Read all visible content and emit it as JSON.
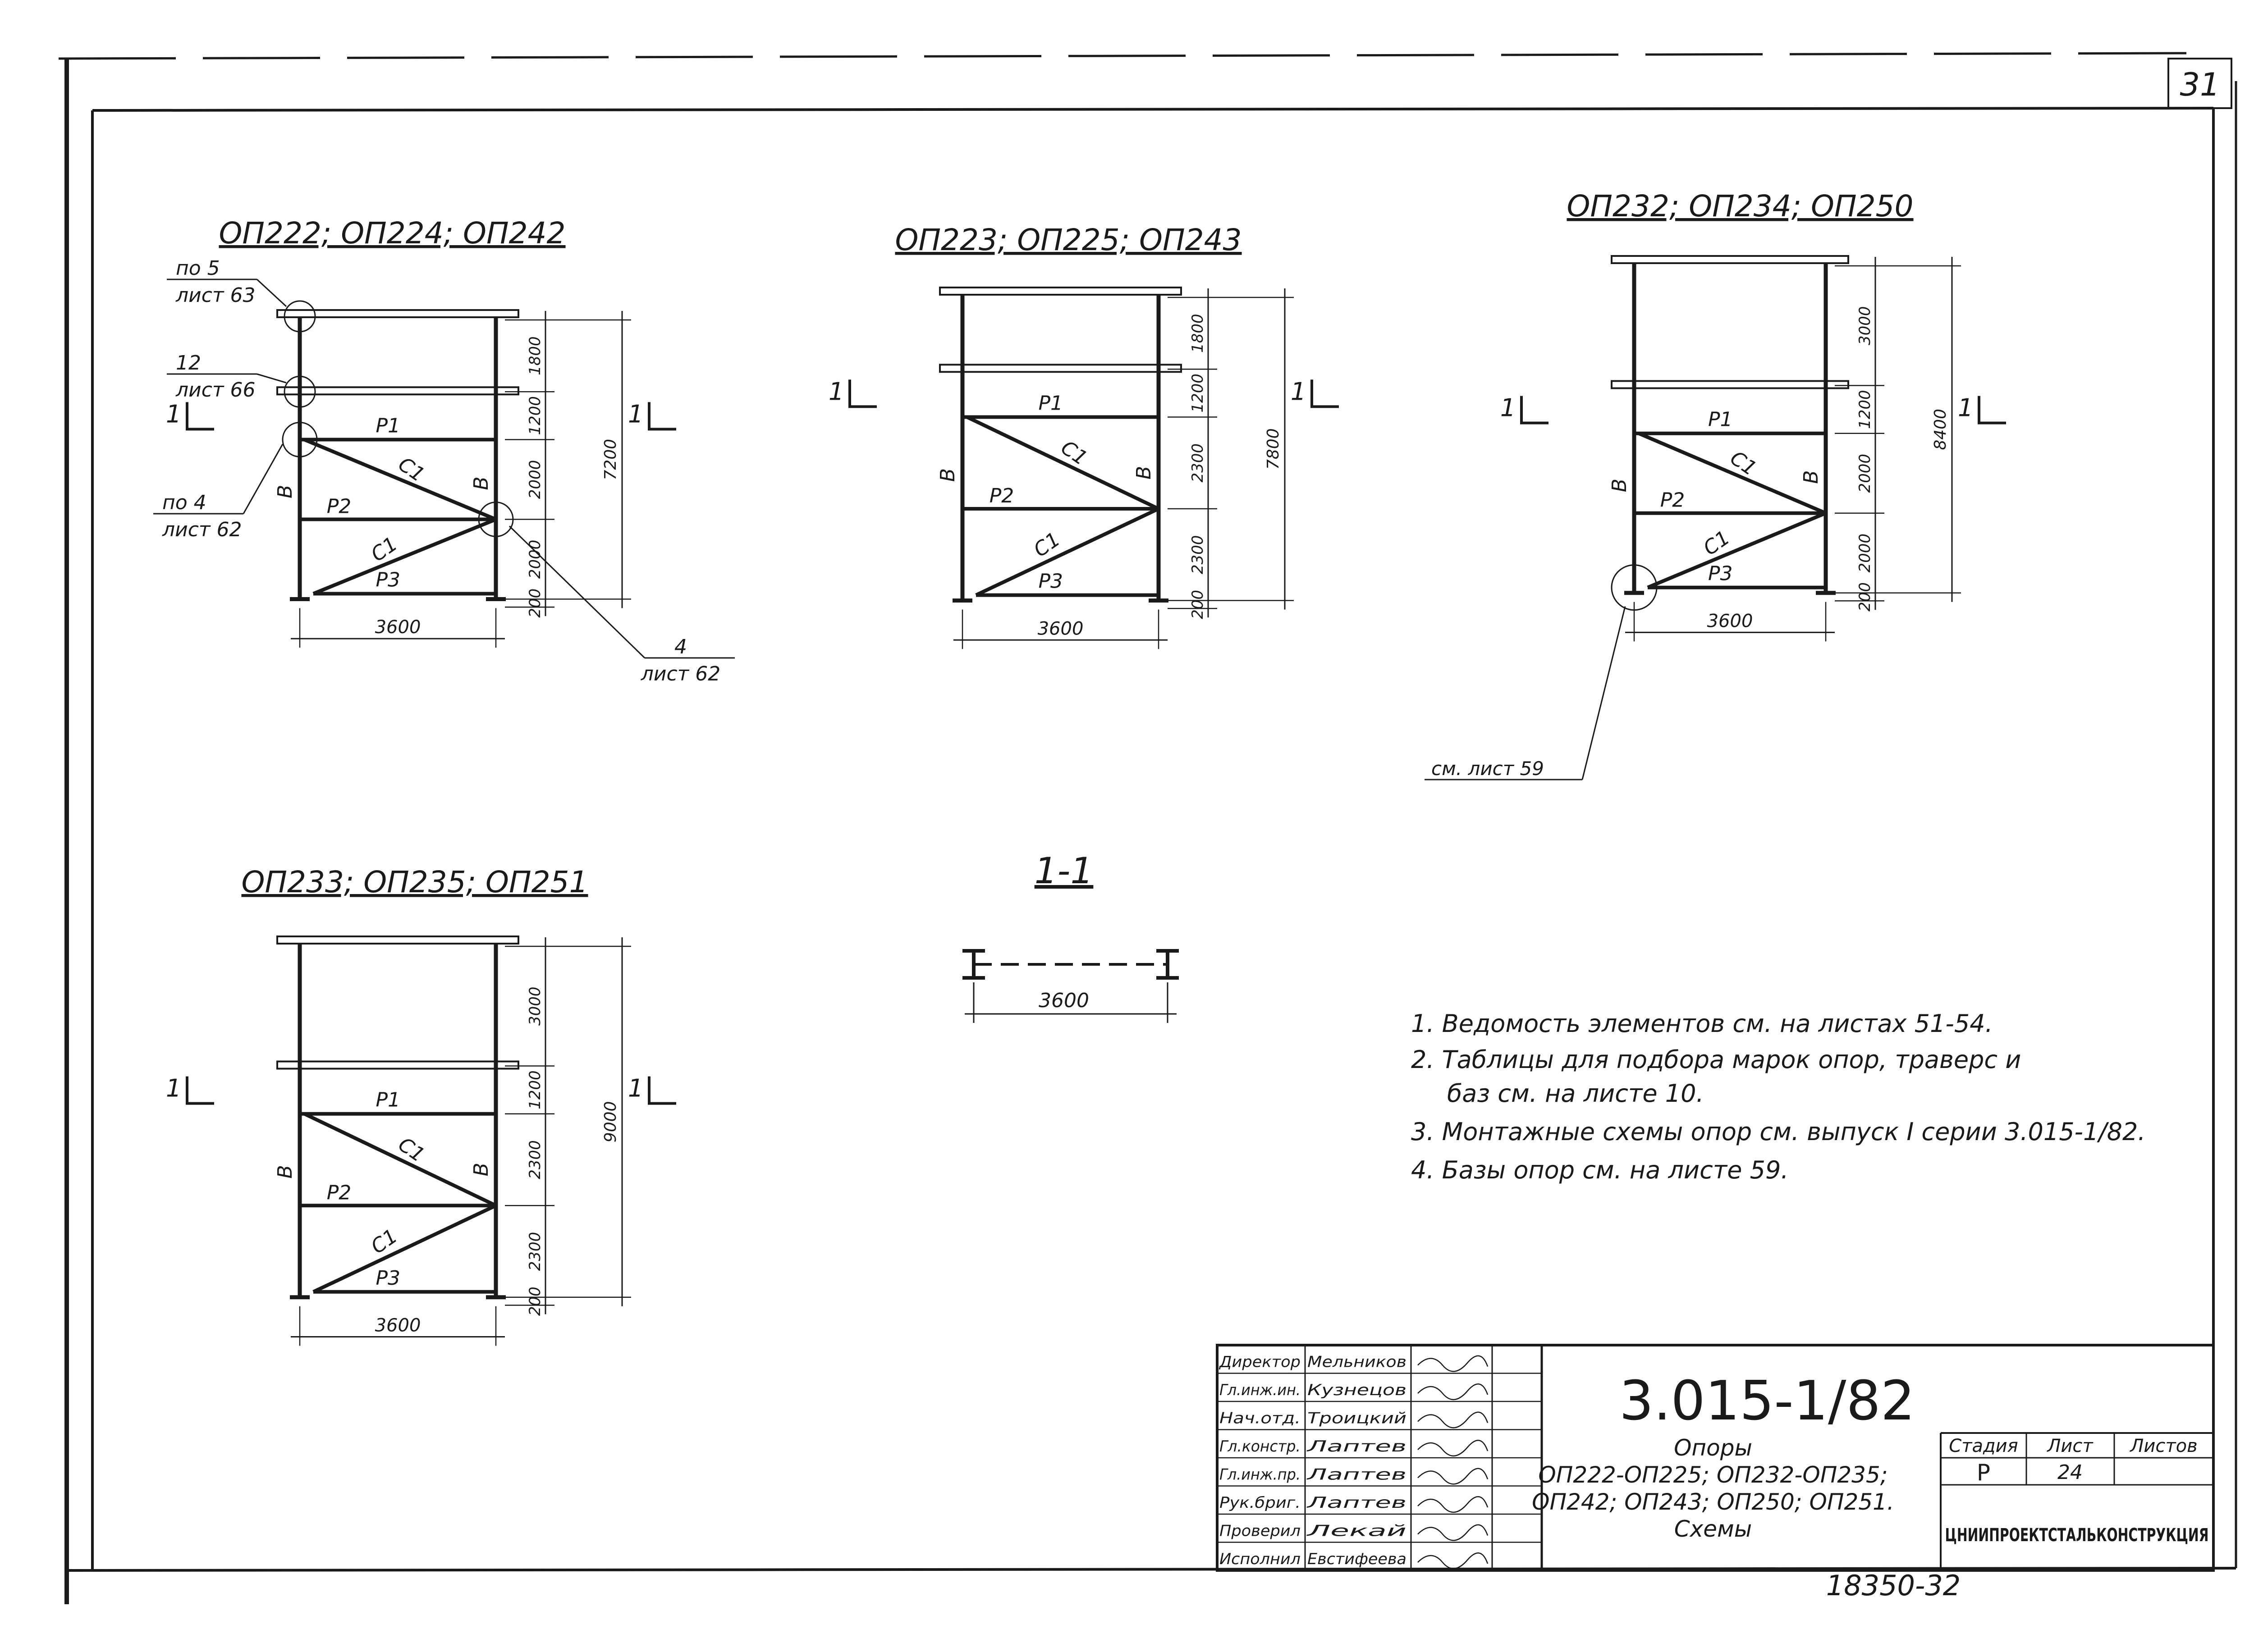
{
  "sheet_corner_number": "31",
  "schemes": [
    {
      "title": "ОП222; ОП224; ОП242",
      "callouts": [
        {
          "num": "по 5",
          "sheet": "лист 63"
        },
        {
          "num": "12",
          "sheet": "лист 66"
        },
        {
          "num": "по 4",
          "sheet": "лист 62"
        },
        {
          "num": "4",
          "sheet": "лист 62"
        }
      ],
      "section_mark": "1",
      "members": {
        "post": "В",
        "r1": "Р1",
        "r2": "Р2",
        "r3": "Р3",
        "c": "С1"
      },
      "dims": {
        "h": [
          "1800",
          "1200",
          "2000",
          "2000",
          "200"
        ],
        "total": "7200",
        "width": "3600"
      }
    },
    {
      "title": "ОП223; ОП225; ОП243",
      "section_mark": "1",
      "members": {
        "post": "В",
        "r1": "Р1",
        "r2": "Р2",
        "r3": "Р3",
        "c": "С1"
      },
      "dims": {
        "h": [
          "1800",
          "1200",
          "2300",
          "2300",
          "200"
        ],
        "total": "7800",
        "width": "3600"
      }
    },
    {
      "title": "ОП232; ОП234; ОП250",
      "callouts": [
        {
          "text": "см. лист 59"
        }
      ],
      "section_mark": "1",
      "members": {
        "post": "В",
        "r1": "Р1",
        "r2": "Р2",
        "r3": "Р3",
        "c": "С1"
      },
      "dims": {
        "h": [
          "3000",
          "1200",
          "2000",
          "2000",
          "200"
        ],
        "total": "8400",
        "width": "3600"
      }
    },
    {
      "title": "ОП233; ОП235; ОП251",
      "section_mark": "1",
      "members": {
        "post": "В",
        "r1": "Р1",
        "r2": "Р2",
        "r3": "Р3",
        "c": "С1"
      },
      "dims": {
        "h": [
          "3000",
          "1200",
          "2300",
          "2300",
          "200"
        ],
        "total": "9000",
        "width": "3600"
      }
    }
  ],
  "section": {
    "title": "1-1",
    "width": "3600"
  },
  "notes": [
    "1. Ведомость элементов см. на листах 51-54.",
    "2. Таблицы для подбора марок опор, траверс и",
    "баз см. на листе 10.",
    "3. Монтажные схемы опор см. выпуск I серии 3.015-1/82.",
    "4. Базы опор см. на листе 59."
  ],
  "title_block": {
    "signatures": [
      {
        "role": "Директор",
        "name": "Мельников"
      },
      {
        "role": "Гл.инж.ин.",
        "name": "Кузнецов"
      },
      {
        "role": "Нач.отд.",
        "name": "Троицкий"
      },
      {
        "role": "Гл.констр.",
        "name": "Лаптев"
      },
      {
        "role": "Гл.инж.пр.",
        "name": "Лаптев"
      },
      {
        "role": "Рук.бриг.",
        "name": "Лаптев"
      },
      {
        "role": "Проверил",
        "name": "Лекай"
      },
      {
        "role": "Исполнил",
        "name": "Евстифеева"
      }
    ],
    "code": "3.015-1/82",
    "desc": [
      "Опоры",
      "ОП222-ОП225; ОП232-ОП235;",
      "ОП242; ОП243; ОП250; ОП251.",
      "Схемы"
    ],
    "stage_label": "Стадия",
    "sheet_label": "Лист",
    "sheets_label": "Листов",
    "stage": "Р",
    "sheet": "24",
    "sheets": "",
    "org": "ЦНИИПРОЕКТСТАЛЬКОНСТРУКЦИЯ"
  },
  "archive_number": "18350-32"
}
